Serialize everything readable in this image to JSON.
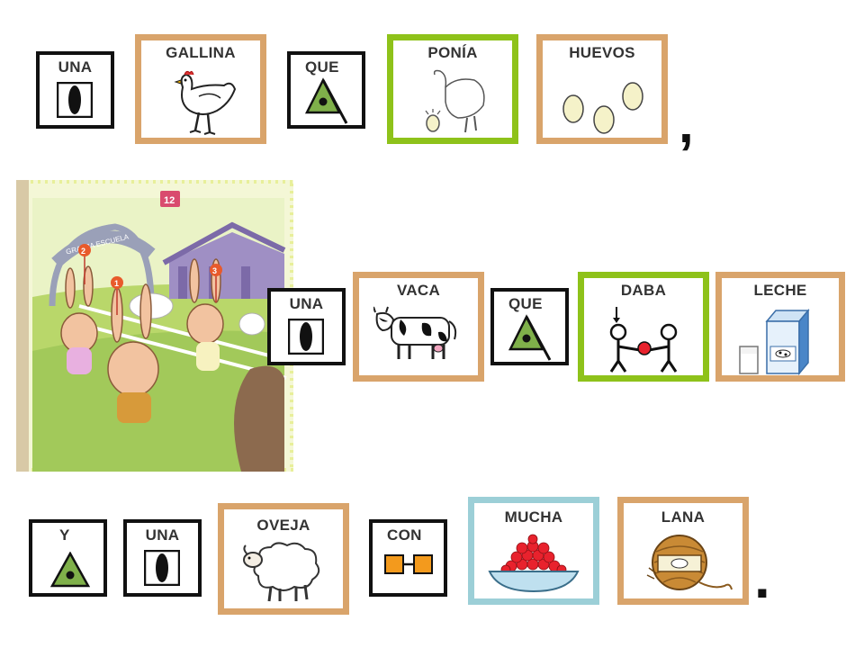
{
  "row1": {
    "una": "UNA",
    "gallina": "GALLINA",
    "que": "QUE",
    "ponia": "PONÍA",
    "huevos": "HUEVOS",
    "comma": ","
  },
  "illustration": {
    "number": "12",
    "sign": "GRANJA ESCUELA",
    "badges": [
      "2",
      "1",
      "3"
    ]
  },
  "row2": {
    "una": "UNA",
    "vaca": "VACA",
    "que": "QUE",
    "daba": "DABA",
    "leche": "LECHE"
  },
  "row3": {
    "y": "Y",
    "una": "UNA",
    "oveja": "OVEJA",
    "con": "CON",
    "mucha": "MUCHA",
    "lana": "LANA",
    "period": "."
  },
  "colors": {
    "function_word_border": "#111111",
    "noun_border": "#d9a46b",
    "verb_border": "#8ec21a",
    "adjective_border": "#9ccfd7",
    "triangle": "#7fb04a"
  }
}
